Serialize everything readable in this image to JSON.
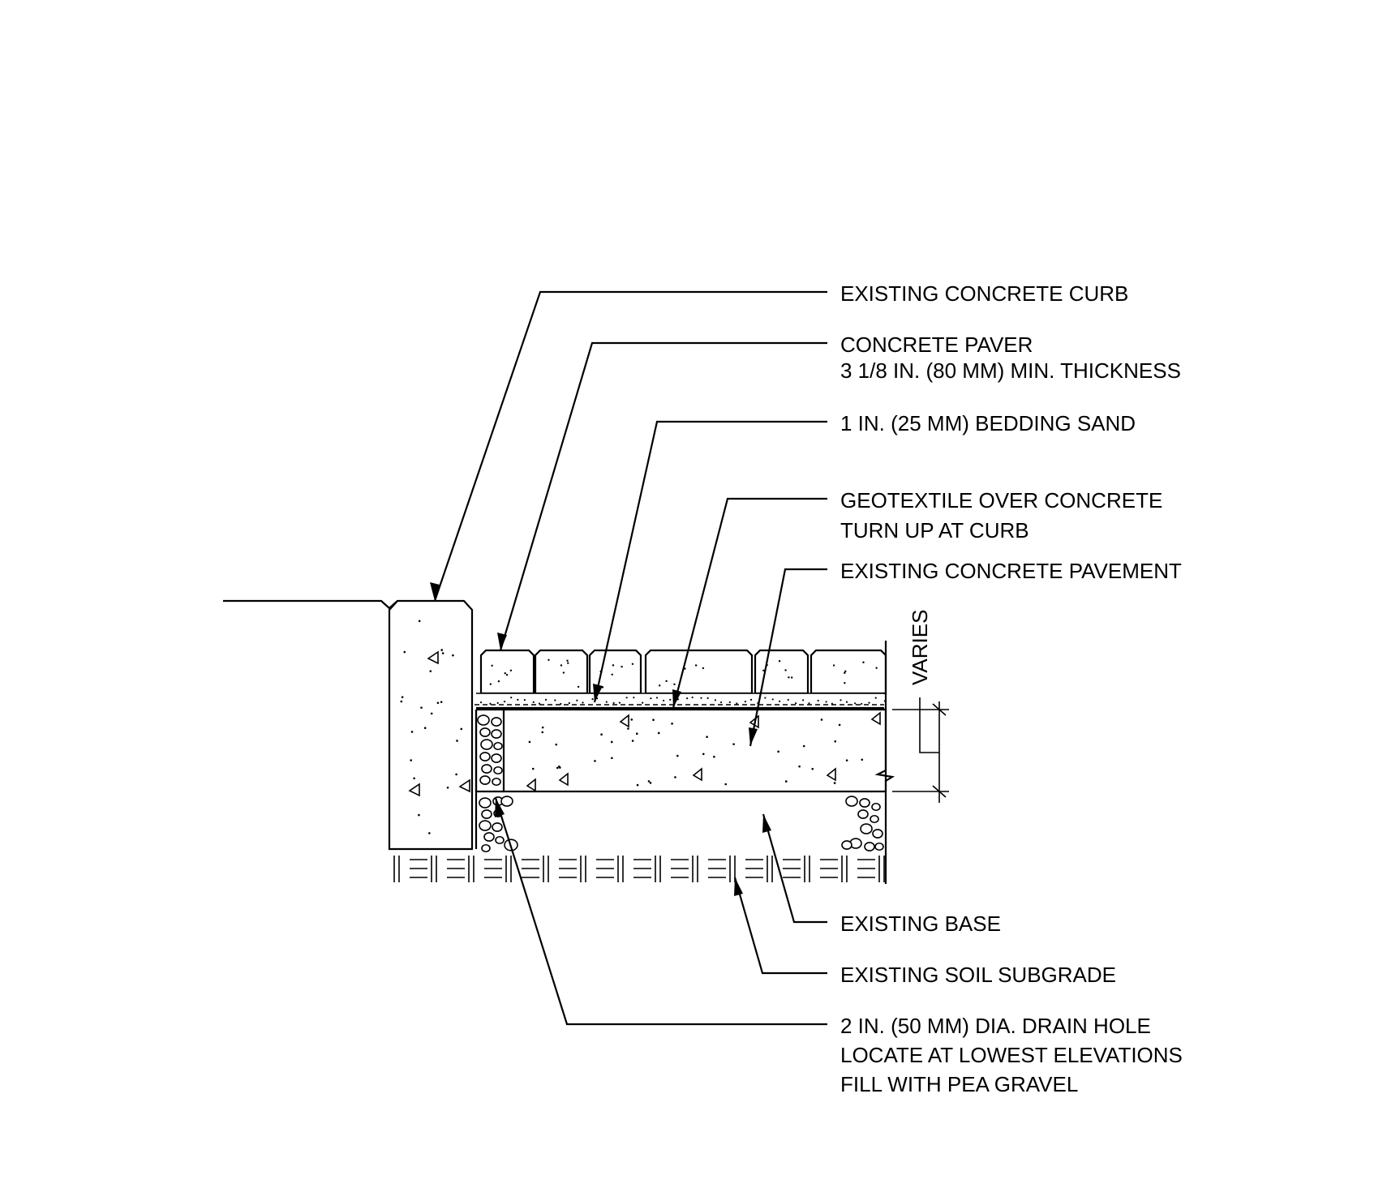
{
  "callouts": {
    "curb": {
      "line1": "EXISTING CONCRETE CURB"
    },
    "paver": {
      "line1": "CONCRETE PAVER",
      "line2": "3 1/8 IN. (80 MM) MIN. THICKNESS"
    },
    "sand": {
      "line1": "1 IN. (25 MM) BEDDING SAND"
    },
    "geotextile": {
      "line1": "GEOTEXTILE OVER CONCRETE",
      "line2": "TURN UP AT CURB"
    },
    "pavement": {
      "line1": "EXISTING CONCRETE PAVEMENT"
    },
    "base": {
      "line1": "EXISTING BASE"
    },
    "subgrade": {
      "line1": "EXISTING SOIL SUBGRADE"
    },
    "drain": {
      "line1": "2 IN. (50 MM) DIA. DRAIN HOLE",
      "line2": "LOCATE AT LOWEST ELEVATIONS",
      "line3": "FILL WITH PEA GRAVEL"
    }
  },
  "dimension": {
    "label": "VARIES"
  }
}
